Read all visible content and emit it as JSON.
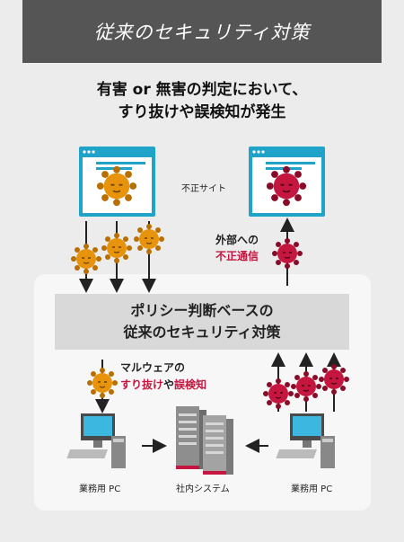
{
  "header": {
    "title": "従来のセキュリティ対策"
  },
  "subtitle": {
    "line1": "有害 or 無害の判定において、",
    "line2": "すり抜けや誤検知が発生"
  },
  "top": {
    "label": "不正サイト"
  },
  "outbound": {
    "line1": "外部への",
    "line2": "不正通信"
  },
  "policy": {
    "line1": "ポリシー判断ベースの",
    "line2": "従来のセキュリティ対策"
  },
  "malware_note": {
    "line1": "マルウェアの",
    "line2a": "すり抜け",
    "line2b": "や",
    "line2c": "誤検知"
  },
  "nodes": {
    "left_pc": "業務用 PC",
    "server": "社内システム",
    "right_pc": "業務用 PC"
  },
  "colors": {
    "orange_virus": "#e8930c",
    "red_virus": "#c4163f",
    "window_blue": "#1fa3c8",
    "title_bg": "#555555"
  }
}
